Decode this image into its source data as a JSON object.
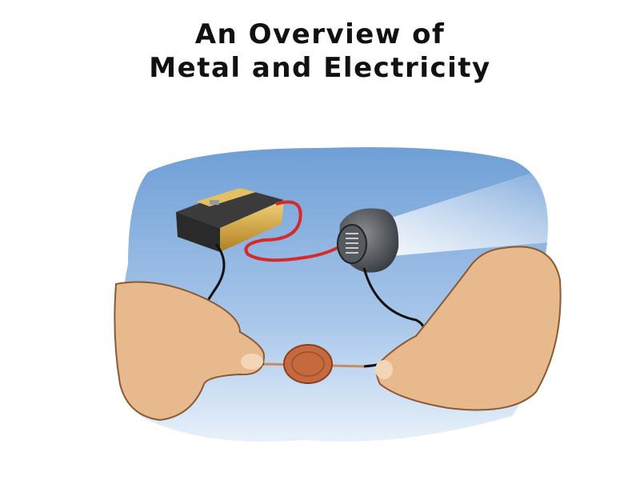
{
  "title": {
    "line1": "An Overview of",
    "line2": "Metal and Electricity"
  },
  "illustration": {
    "subject": "battery-wire-bulb-penny-circuit",
    "colors": {
      "sky_top": "#6f9fd6",
      "sky_bottom": "#e3eef8",
      "skin": "#e7b98c",
      "wire_red": "#d62a2a",
      "penny": "#c46a3e",
      "battery_gold": "#d8a73a"
    }
  }
}
